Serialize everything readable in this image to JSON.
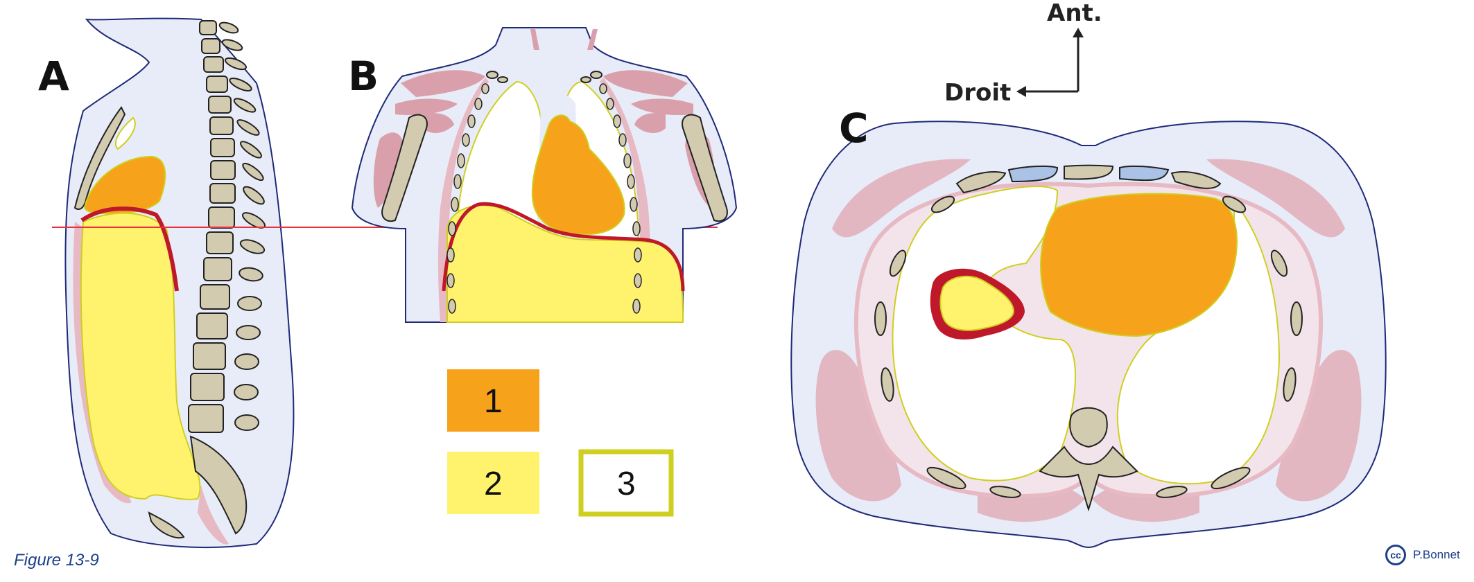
{
  "panels": {
    "a": "A",
    "b": "B",
    "c": "C"
  },
  "orientation": {
    "anterior": "Ant.",
    "right": "Droit"
  },
  "legend": [
    {
      "number": "1",
      "color": "#F7A21B"
    },
    {
      "number": "2",
      "color": "#FFF36E"
    },
    {
      "number": "3",
      "color": "#CFCF20"
    }
  ],
  "caption": "Figure 13-9",
  "credit": {
    "icon": "cc",
    "author": "P.Bonnet"
  },
  "colors": {
    "body": "#E7ECF8",
    "outline": "#1E2A78",
    "muscle": "#D9A0AB",
    "bone": "#D3CBB0",
    "cartilage": "#A9C2E6",
    "pericardium": "#C0182B",
    "heart": "#F7A21B",
    "liver": "#FFF36E",
    "pleura": "#CFCF20",
    "section_line": "#E8323C"
  }
}
